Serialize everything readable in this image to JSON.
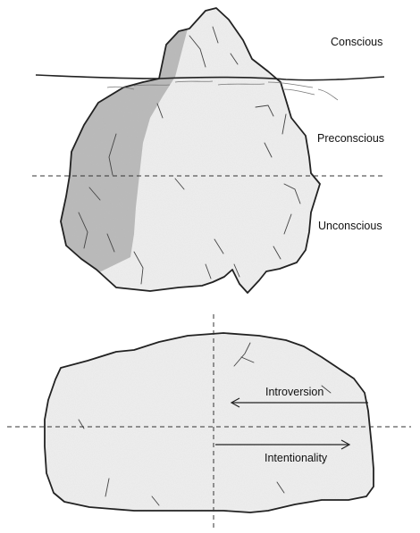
{
  "iceberg": {
    "levels": {
      "conscious": "Conscious",
      "preconscious": "Preconscious",
      "unconscious": "Unconscious"
    }
  },
  "rock": {
    "arrows": {
      "introversion": "Introversion",
      "intentionality": "Intentionality"
    }
  },
  "colors": {
    "fill": "#efefef",
    "shade": "#b8b8b8",
    "outline": "#222222",
    "line": "#333333"
  }
}
